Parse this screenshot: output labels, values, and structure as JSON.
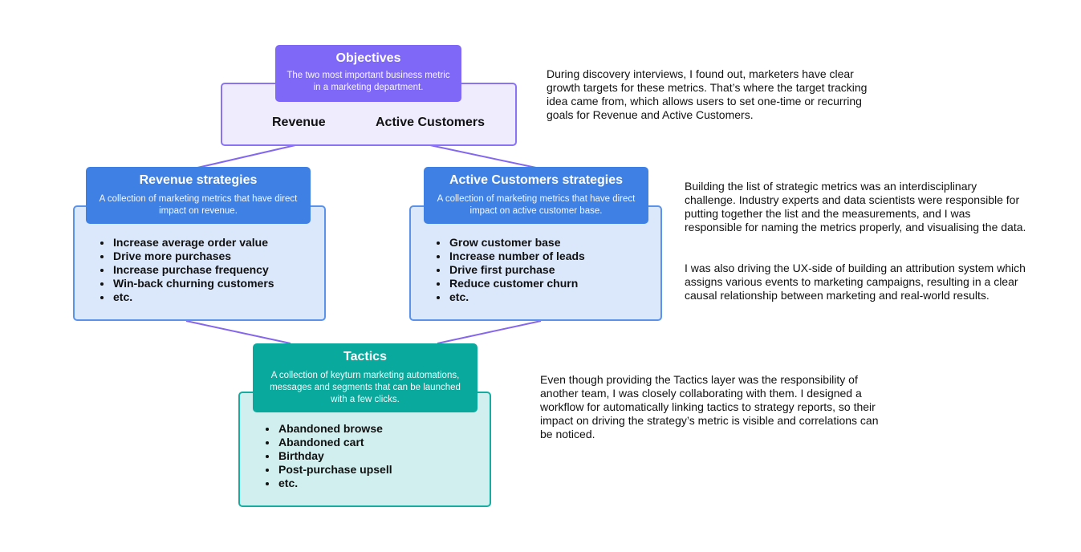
{
  "colors": {
    "objectives_header": "#7f67f7",
    "objectives_panel_bg": "#efecfe",
    "objectives_panel_border": "#8b73f5",
    "strategies_header": "#3f80e4",
    "strategies_panel_bg": "#dbe7fa",
    "strategies_panel_border": "#5b93ea",
    "tactics_header": "#0aa99d",
    "tactics_panel_bg": "#d1efee",
    "tactics_panel_border": "#17aca1",
    "connector_top": "#8367f0",
    "connector_bottom": "#8566ec"
  },
  "objectives": {
    "title": "Objectives",
    "description": "The two most important business metric in a marketing department.",
    "values": [
      "Revenue",
      "Active Customers"
    ]
  },
  "revenue_strategies": {
    "title": "Revenue strategies",
    "description": "A collection of marketing metrics that have direct impact on revenue.",
    "items": [
      "Increase average order value",
      "Drive more purchases",
      "Increase purchase frequency",
      "Win-back churning customers",
      "etc."
    ]
  },
  "active_customers_strategies": {
    "title": "Active Customers strategies",
    "description": "A collection of marketing metrics that have direct impact on active customer base.",
    "items": [
      "Grow customer base",
      "Increase number of leads",
      "Drive first purchase",
      "Reduce customer churn",
      "etc."
    ]
  },
  "tactics": {
    "title": "Tactics",
    "description": "A collection of keyturn marketing automations, messages and segments that can be launched with a few clicks.",
    "items": [
      "Abandoned browse",
      "Abandoned cart",
      "Birthday",
      "Post-purchase upsell",
      "etc."
    ]
  },
  "notes": {
    "objectives": "During discovery interviews, I found out, marketers have clear growth targets for these metrics. That’s where the target tracking idea came from, which allows users to set one-time or recurring goals for Revenue and Active Customers.",
    "strategies_1": "Building the list of strategic metrics was an interdisciplinary challenge. Industry experts and data scientists were responsible for putting together the list and the measurements, and I was responsible for naming the metrics properly, and visualising the data.",
    "strategies_2": "I was also driving the UX-side of building an attribution system which assigns various events to marketing campaigns, resulting in a clear causal relationship between marketing and real-world results.",
    "tactics": "Even though providing the Tactics layer was the responsibility of another team, I was closely collaborating with them. I designed a workflow for automatically linking tactics to strategy reports, so their impact on driving the strategy’s metric is visible and correlations can be noticed."
  }
}
